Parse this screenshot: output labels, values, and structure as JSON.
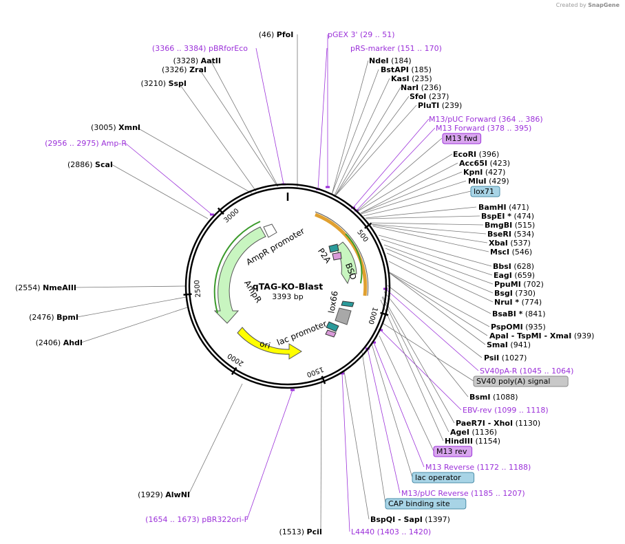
{
  "watermark": {
    "prefix": "Created by",
    "brand": "SnapGene"
  },
  "plasmid": {
    "name": "qTAG-KO-Blast",
    "length_label": "3393 bp",
    "length": 3393
  },
  "ticks": [
    {
      "label": "500"
    },
    {
      "label": "1000"
    },
    {
      "label": "1500"
    },
    {
      "label": "2000"
    },
    {
      "label": "2500"
    },
    {
      "label": "3000"
    }
  ],
  "site_labels": [
    {
      "name": "PfoI",
      "pos": "(46)",
      "type": "enzyme"
    },
    {
      "name": "pGEX 3'",
      "pos": "(29 .. 51)",
      "type": "primer"
    },
    {
      "name": "pBRforEco",
      "pos": "(3366 .. 3384)",
      "type": "primer"
    },
    {
      "name": "pRS-marker",
      "pos": "(151 .. 170)",
      "type": "primer"
    },
    {
      "name": "AatII",
      "pos": "(3328)",
      "type": "enzyme"
    },
    {
      "name": "NdeI",
      "pos": "(184)",
      "type": "enzyme"
    },
    {
      "name": "ZraI",
      "pos": "(3326)",
      "type": "enzyme"
    },
    {
      "name": "BstAPI",
      "pos": "(185)",
      "type": "enzyme"
    },
    {
      "name": "KasI",
      "pos": "(235)",
      "type": "enzyme"
    },
    {
      "name": "SspI",
      "pos": "(3210)",
      "type": "enzyme"
    },
    {
      "name": "NarI",
      "pos": "(236)",
      "type": "enzyme"
    },
    {
      "name": "SfoI",
      "pos": "(237)",
      "type": "enzyme"
    },
    {
      "name": "PluTI",
      "pos": "(239)",
      "type": "enzyme"
    },
    {
      "name": "M13/pUC Forward",
      "pos": "(364 .. 386)",
      "type": "primer"
    },
    {
      "name": "XmnI",
      "pos": "(3005)",
      "type": "enzyme"
    },
    {
      "name": "M13 Forward",
      "pos": "(378 .. 395)",
      "type": "primer"
    },
    {
      "name": "Amp-R",
      "pos": "(2956 .. 2975)",
      "type": "primer"
    },
    {
      "name": "M13 fwd",
      "pos": "",
      "type": "feature-purple"
    },
    {
      "name": "EcoRI",
      "pos": "(396)",
      "type": "enzyme"
    },
    {
      "name": "ScaI",
      "pos": "(2886)",
      "type": "enzyme"
    },
    {
      "name": "Acc65I",
      "pos": "(423)",
      "type": "enzyme"
    },
    {
      "name": "KpnI",
      "pos": "(427)",
      "type": "enzyme"
    },
    {
      "name": "MluI",
      "pos": "(429)",
      "type": "enzyme"
    },
    {
      "name": "lox71",
      "pos": "",
      "type": "feature-blue"
    },
    {
      "name": "BamHI",
      "pos": "(471)",
      "type": "enzyme"
    },
    {
      "name": "BspEI *",
      "pos": "(474)",
      "type": "enzyme"
    },
    {
      "name": "BmgBI",
      "pos": "(515)",
      "type": "enzyme"
    },
    {
      "name": "BseRI",
      "pos": "(534)",
      "type": "enzyme"
    },
    {
      "name": "XbaI",
      "pos": "(537)",
      "type": "enzyme"
    },
    {
      "name": "MscI",
      "pos": "(546)",
      "type": "enzyme"
    },
    {
      "name": "BbsI",
      "pos": "(628)",
      "type": "enzyme"
    },
    {
      "name": "EagI",
      "pos": "(659)",
      "type": "enzyme"
    },
    {
      "name": "PpuMI",
      "pos": "(702)",
      "type": "enzyme"
    },
    {
      "name": "NmeAIII",
      "pos": "(2554)",
      "type": "enzyme"
    },
    {
      "name": "BsgI",
      "pos": "(730)",
      "type": "enzyme"
    },
    {
      "name": "NruI *",
      "pos": "(774)",
      "type": "enzyme"
    },
    {
      "name": "BpmI",
      "pos": "(2476)",
      "type": "enzyme"
    },
    {
      "name": "BsaBI *",
      "pos": "(841)",
      "type": "enzyme"
    },
    {
      "name": "PspOMI",
      "pos": "(935)",
      "type": "enzyme"
    },
    {
      "name": "AhdI",
      "pos": "(2406)",
      "type": "enzyme"
    },
    {
      "name": "ApaI - TspMI - XmaI",
      "pos": "(939)",
      "type": "enzyme"
    },
    {
      "name": "SmaI",
      "pos": "(941)",
      "type": "enzyme"
    },
    {
      "name": "PsiI",
      "pos": "(1027)",
      "type": "enzyme"
    },
    {
      "name": "SV40pA-R",
      "pos": "(1045 .. 1064)",
      "type": "primer"
    },
    {
      "name": "SV40 poly(A) signal",
      "pos": "",
      "type": "feature-grey"
    },
    {
      "name": "BsmI",
      "pos": "(1088)",
      "type": "enzyme"
    },
    {
      "name": "EBV-rev",
      "pos": "(1099 .. 1118)",
      "type": "primer"
    },
    {
      "name": "PaeR7I - XhoI",
      "pos": "(1130)",
      "type": "enzyme"
    },
    {
      "name": "AgeI",
      "pos": "(1136)",
      "type": "enzyme"
    },
    {
      "name": "HindIII",
      "pos": "(1154)",
      "type": "enzyme"
    },
    {
      "name": "M13 rev",
      "pos": "",
      "type": "feature-purple"
    },
    {
      "name": "M13 Reverse",
      "pos": "(1172 .. 1188)",
      "type": "primer"
    },
    {
      "name": "lac operator",
      "pos": "",
      "type": "feature-blue"
    },
    {
      "name": "M13/pUC Reverse",
      "pos": "(1185 .. 1207)",
      "type": "primer"
    },
    {
      "name": "AlwNI",
      "pos": "(1929)",
      "type": "enzyme"
    },
    {
      "name": "CAP binding site",
      "pos": "",
      "type": "feature-blue"
    },
    {
      "name": "BspQI - SapI",
      "pos": "(1397)",
      "type": "enzyme"
    },
    {
      "name": "pBR322ori-F",
      "pos": "(1654 .. 1673)",
      "type": "primer"
    },
    {
      "name": "PciI",
      "pos": "(1513)",
      "type": "enzyme"
    },
    {
      "name": "L4440",
      "pos": "(1403 .. 1420)",
      "type": "primer"
    }
  ],
  "features": [
    {
      "name": "AmpR promoter"
    },
    {
      "name": "AmpR"
    },
    {
      "name": "ori"
    },
    {
      "name": "lac promoter"
    },
    {
      "name": "P2A"
    },
    {
      "name": "BSD"
    },
    {
      "name": "lox66"
    }
  ],
  "colors": {
    "enzyme": "#000000",
    "primer": "#9b30d9",
    "ampr": "#c8f5c0",
    "ori": "#ffff00",
    "arc_orange": "#e0a030",
    "arc_green": "#3a9a2a"
  }
}
